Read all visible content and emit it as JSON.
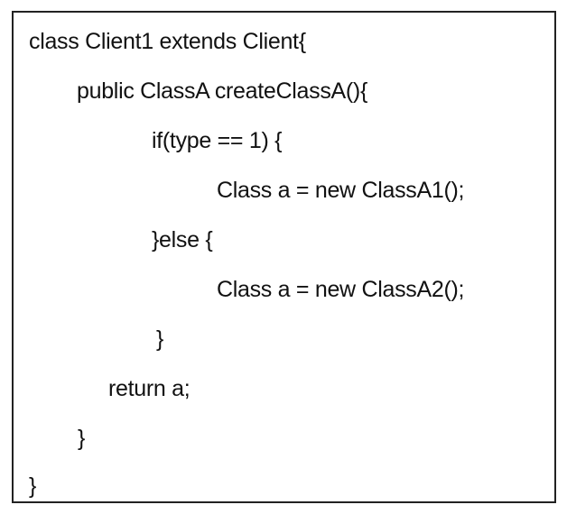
{
  "code": {
    "lines": [
      "class Client1 extends Client{",
      "public ClassA createClassA(){",
      "if(type == 1) {",
      "Class a = new ClassA1();",
      "}else {",
      "Class a = new ClassA2();",
      "}",
      "return a;",
      "}",
      "}"
    ]
  }
}
